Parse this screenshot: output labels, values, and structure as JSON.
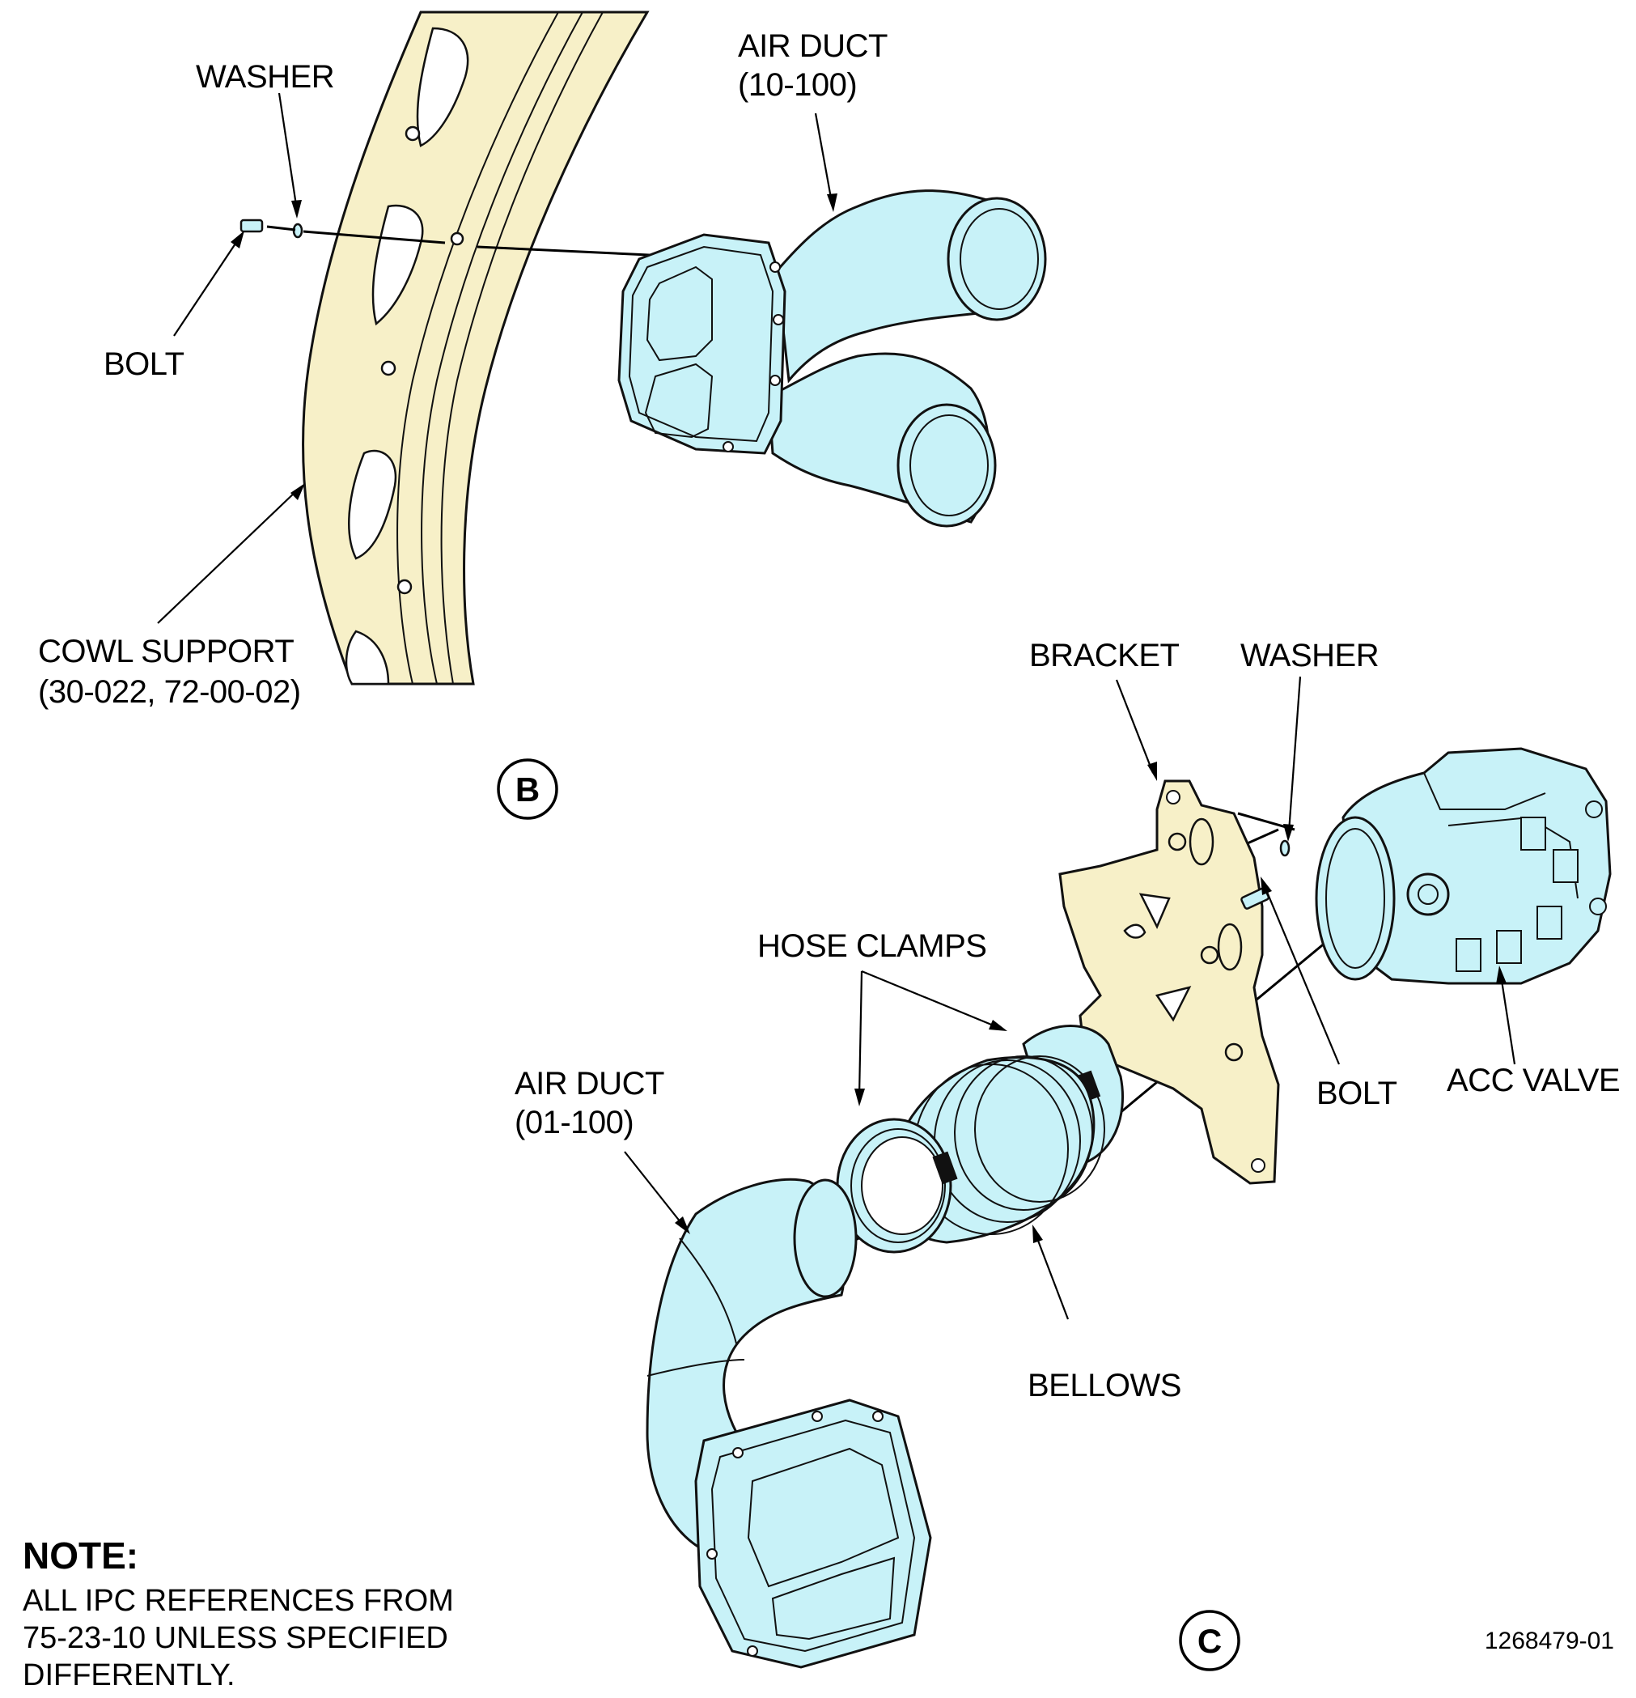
{
  "view_b": {
    "marker": "B",
    "labels": {
      "washer": "WASHER",
      "air_duct_line1": "AIR DUCT",
      "air_duct_line2": "(10-100)",
      "bolt": "BOLT",
      "cowl_support_line1": "COWL SUPPORT",
      "cowl_support_line2": "(30-022, 72-00-02)"
    }
  },
  "view_c": {
    "marker": "C",
    "labels": {
      "bracket": "BRACKET",
      "washer": "WASHER",
      "hose_clamps": "HOSE CLAMPS",
      "air_duct_line1": "AIR DUCT",
      "air_duct_line2": "(01-100)",
      "bolt": "BOLT",
      "acc_valve": "ACC VALVE",
      "bellows": "BELLOWS"
    }
  },
  "note": {
    "heading": "NOTE:",
    "lines": [
      "ALL IPC REFERENCES FROM",
      "75-23-10 UNLESS SPECIFIED",
      "DIFFERENTLY."
    ]
  },
  "figure_number": "1268479-01",
  "colors": {
    "duct_fill": "#c8f2f8",
    "support_fill": "#f7f0c8",
    "outline": "#111111"
  }
}
